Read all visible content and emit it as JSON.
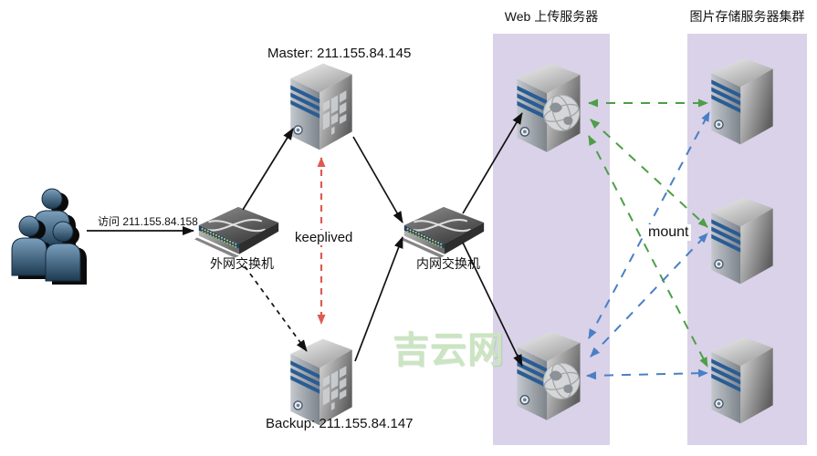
{
  "labels": {
    "access": "访问 211.155.84.158",
    "master": "Master: 211.155.84.145",
    "backup": "Backup: 211.155.84.147",
    "keepalived": "keeplived",
    "external_switch": "外网交换机",
    "internal_switch": "内网交换机",
    "web_group_title": "Web 上传服务器",
    "storage_group_title": "图片存储服务器集群",
    "mount": "mount",
    "watermark": "吉云网"
  },
  "colors": {
    "group_background": "#d9d2e8",
    "link": "#111111",
    "keepalived_line": "#dd5c52",
    "web1_mount_line": "#4e9e47",
    "web2_mount_line": "#4a7fc4",
    "watermark": "#cbe4c2"
  },
  "nodes": [
    {
      "id": "users",
      "type": "user-group",
      "label": ""
    },
    {
      "id": "external-switch",
      "type": "switch",
      "label": "外网交换机"
    },
    {
      "id": "master-server",
      "type": "server",
      "label": "Master: 211.155.84.145"
    },
    {
      "id": "backup-server",
      "type": "server",
      "label": "Backup: 211.155.84.147"
    },
    {
      "id": "internal-switch",
      "type": "switch",
      "label": "内网交换机"
    },
    {
      "id": "web-upload-server-1",
      "type": "web-server",
      "group": "Web 上传服务器"
    },
    {
      "id": "web-upload-server-2",
      "type": "web-server",
      "group": "Web 上传服务器"
    },
    {
      "id": "storage-server-1",
      "type": "storage-server",
      "group": "图片存储服务器集群"
    },
    {
      "id": "storage-server-2",
      "type": "storage-server",
      "group": "图片存储服务器集群"
    },
    {
      "id": "storage-server-3",
      "type": "storage-server",
      "group": "图片存储服务器集群"
    }
  ],
  "edges": [
    {
      "from": "users",
      "to": "external-switch",
      "style": "solid",
      "color": "black",
      "label": "访问 211.155.84.158"
    },
    {
      "from": "external-switch",
      "to": "master-server",
      "style": "solid",
      "color": "black"
    },
    {
      "from": "external-switch",
      "to": "backup-server",
      "style": "dashed",
      "color": "black"
    },
    {
      "from": "master-server",
      "to": "internal-switch",
      "style": "solid",
      "color": "black"
    },
    {
      "from": "backup-server",
      "to": "internal-switch",
      "style": "solid",
      "color": "black"
    },
    {
      "from": "internal-switch",
      "to": "web-upload-server-1",
      "style": "solid",
      "color": "black"
    },
    {
      "from": "internal-switch",
      "to": "web-upload-server-2",
      "style": "solid",
      "color": "black"
    },
    {
      "from": "master-server",
      "to": "backup-server",
      "style": "dashed",
      "color": "red",
      "bidirectional": true,
      "label": "keeplived"
    },
    {
      "from": "web-upload-server-1",
      "to": "storage-server-1",
      "style": "dashed",
      "color": "green",
      "bidirectional": true,
      "label": "mount"
    },
    {
      "from": "web-upload-server-1",
      "to": "storage-server-2",
      "style": "dashed",
      "color": "green",
      "bidirectional": true,
      "label": "mount"
    },
    {
      "from": "web-upload-server-1",
      "to": "storage-server-3",
      "style": "dashed",
      "color": "green",
      "bidirectional": true,
      "label": "mount"
    },
    {
      "from": "web-upload-server-2",
      "to": "storage-server-1",
      "style": "dashed",
      "color": "blue",
      "bidirectional": true,
      "label": "mount"
    },
    {
      "from": "web-upload-server-2",
      "to": "storage-server-2",
      "style": "dashed",
      "color": "blue",
      "bidirectional": true,
      "label": "mount"
    },
    {
      "from": "web-upload-server-2",
      "to": "storage-server-3",
      "style": "dashed",
      "color": "blue",
      "bidirectional": true,
      "label": "mount"
    }
  ]
}
